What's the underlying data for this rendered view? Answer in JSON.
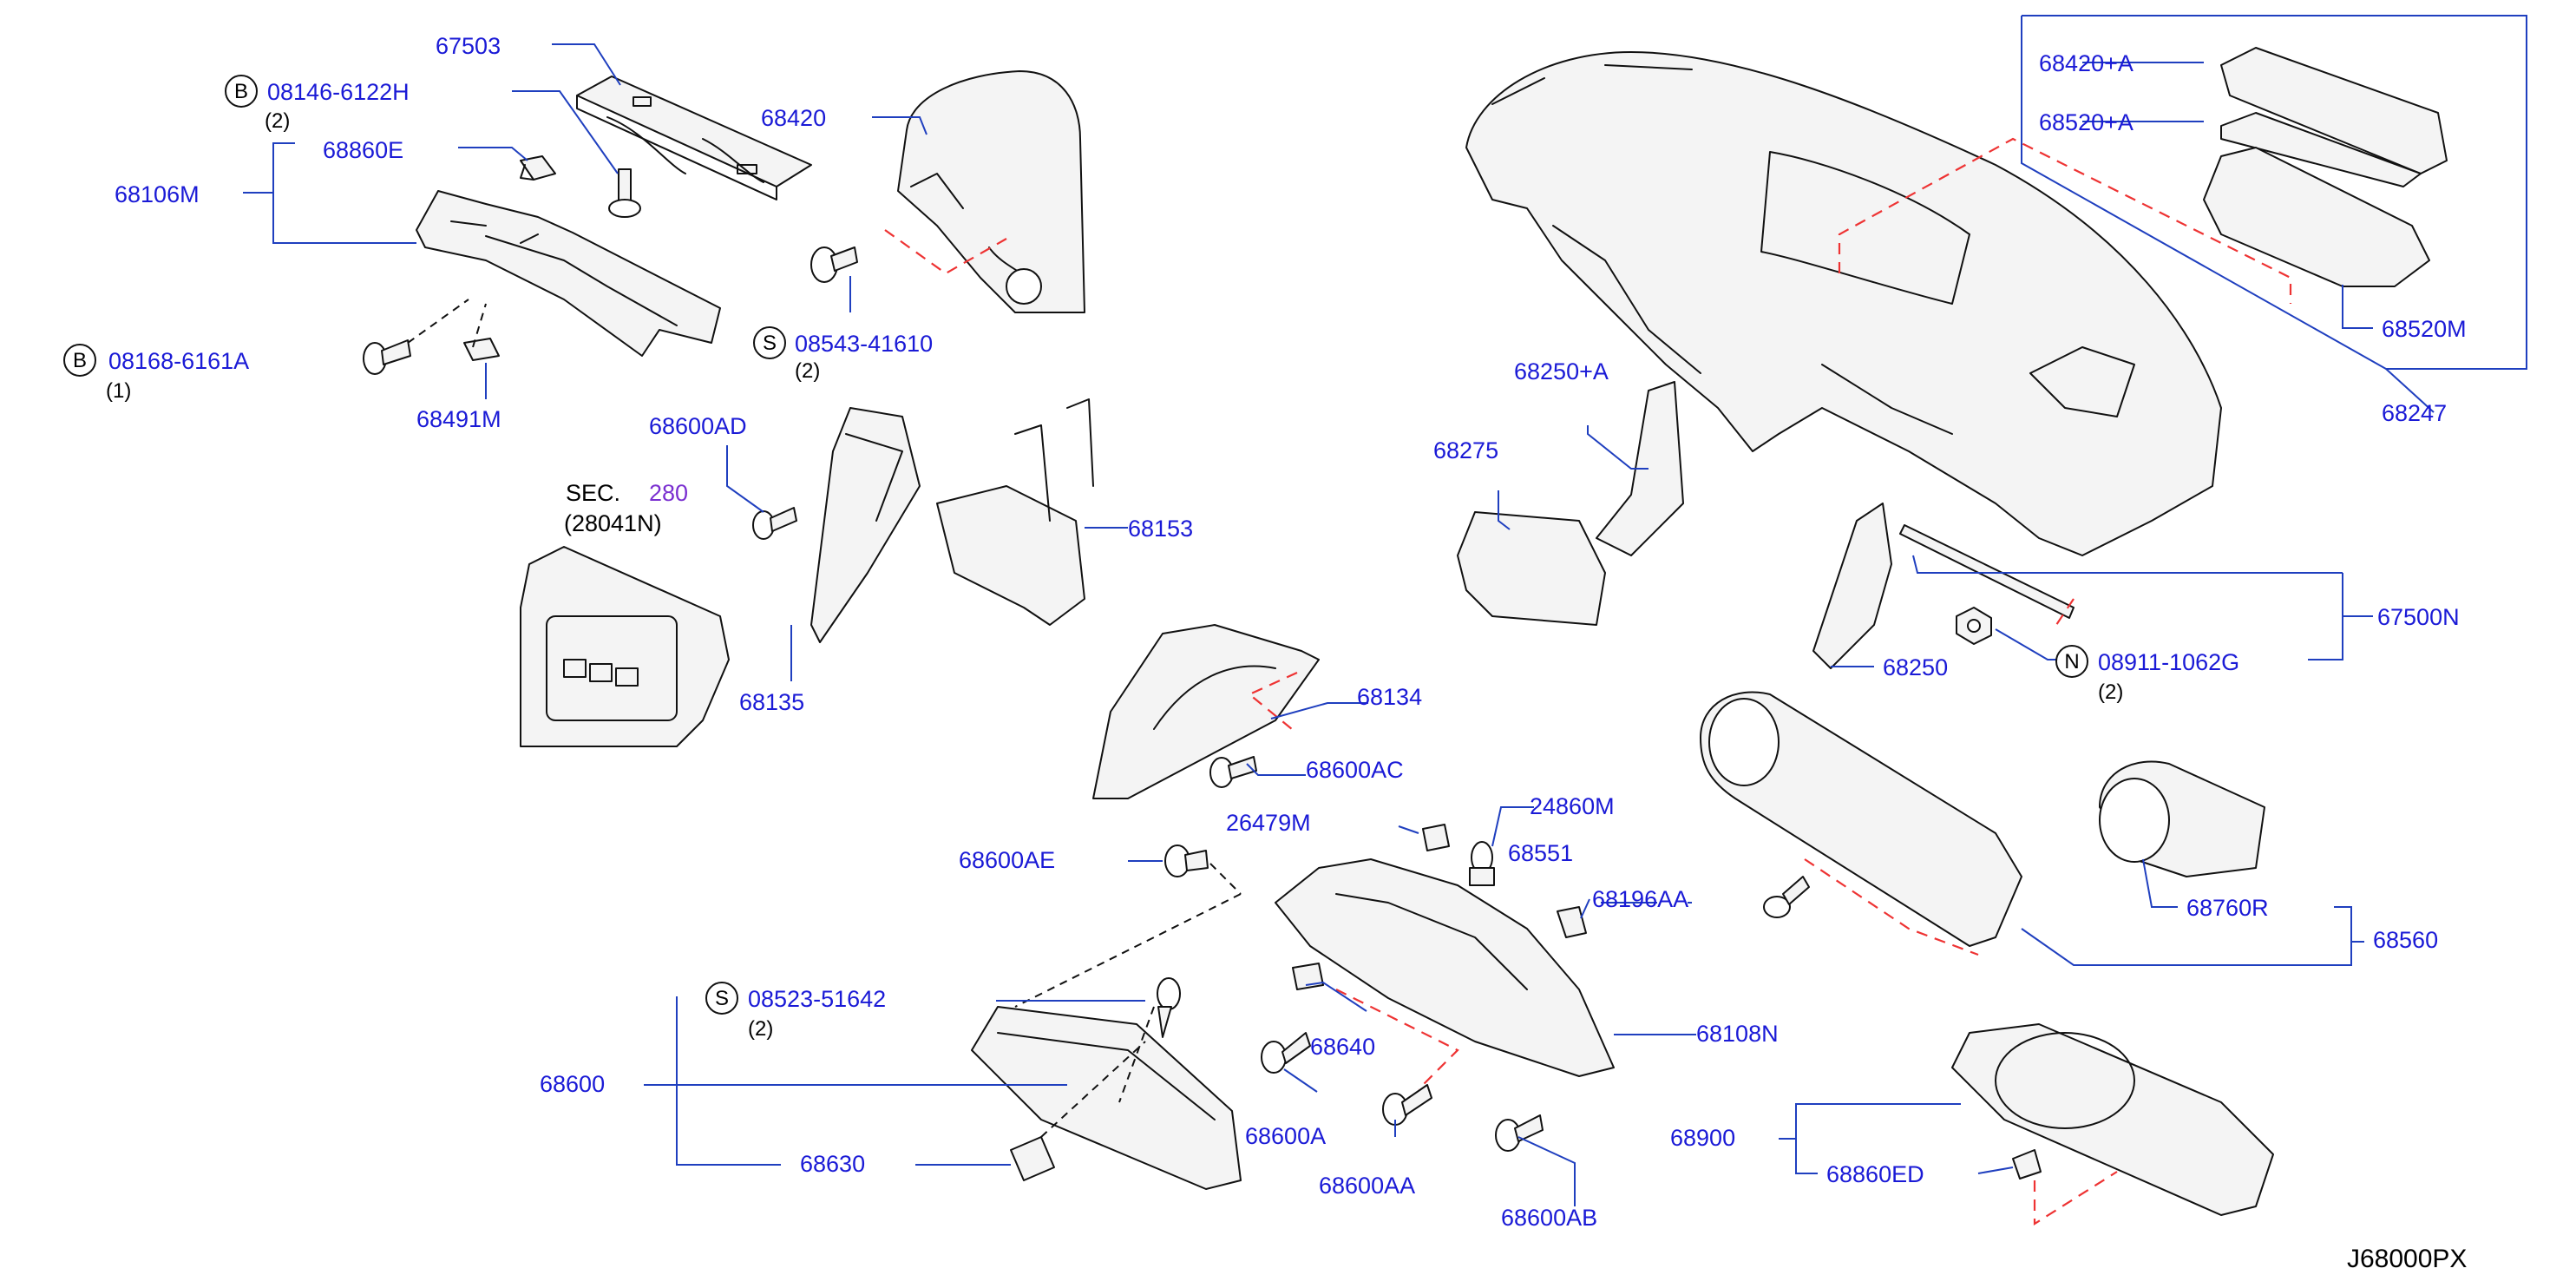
{
  "diagram_id": "J68000PX",
  "section": {
    "prefix": "SEC.",
    "number": "280",
    "sub": "(28041N)"
  },
  "colors": {
    "label": "#1a1ad6",
    "leader": "#1f3fbf",
    "section_number": "#7a2fd0",
    "dashed_guide": "#e33333",
    "outline": "#111111"
  },
  "callouts": {
    "p67503": "67503",
    "p08146": {
      "badge": "B",
      "code": "08146-6122H",
      "qty": "(2)"
    },
    "p68860E": "68860E",
    "p68106M": "68106M",
    "p68420": "68420",
    "p08543": {
      "badge": "S",
      "code": "08543-41610",
      "qty": "(2)"
    },
    "p08168": {
      "badge": "B",
      "code": "08168-6161A",
      "qty": "(1)"
    },
    "p68491M": "68491M",
    "p68600AD": "68600AD",
    "p68153": "68153",
    "p68135": "68135",
    "p68134": "68134",
    "p68600AC": "68600AC",
    "p26479M": "26479M",
    "p24860M": "24860M",
    "p68551": "68551",
    "p68600AE": "68600AE",
    "p68196AA": "68196AA",
    "p08523": {
      "badge": "S",
      "code": "08523-51642",
      "qty": "(2)"
    },
    "p68640": "68640",
    "p68108N": "68108N",
    "p68600": "68600",
    "p68600A": "68600A",
    "p68600AA": "68600AA",
    "p68630": "68630",
    "p68600AB": "68600AB",
    "p68420A": "68420+A",
    "p68520A": "68520+A",
    "p68520M": "68520M",
    "p68247": "68247",
    "p68250A": "68250+A",
    "p68275": "68275",
    "p67500N": "67500N",
    "p08911": {
      "badge": "N",
      "code": "08911-1062G",
      "qty": "(2)"
    },
    "p68250": "68250",
    "p68760R": "68760R",
    "p68560": "68560",
    "p68900": "68900",
    "p68860ED": "68860ED"
  }
}
